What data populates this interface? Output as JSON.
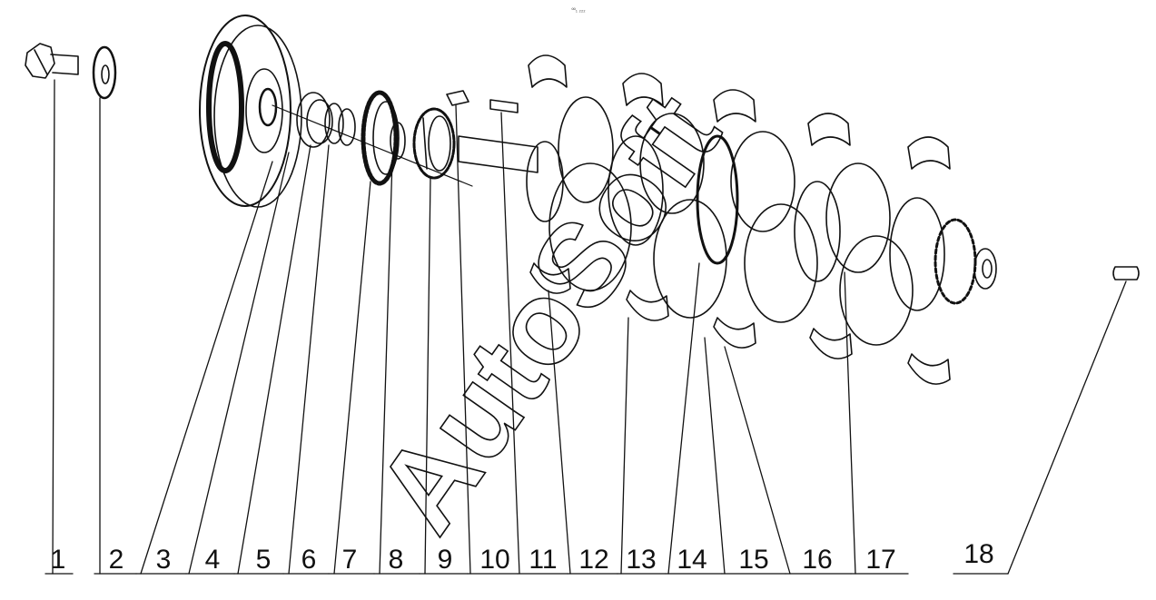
{
  "header_text": "ºº₁ ₂₂₂",
  "watermark": "AutoSoft",
  "part_labels": [
    "1",
    "2",
    "3",
    "4",
    "5",
    "6",
    "7",
    "8",
    "9",
    "10",
    "11",
    "12",
    "13",
    "14",
    "15",
    "16",
    "17",
    "18"
  ]
}
